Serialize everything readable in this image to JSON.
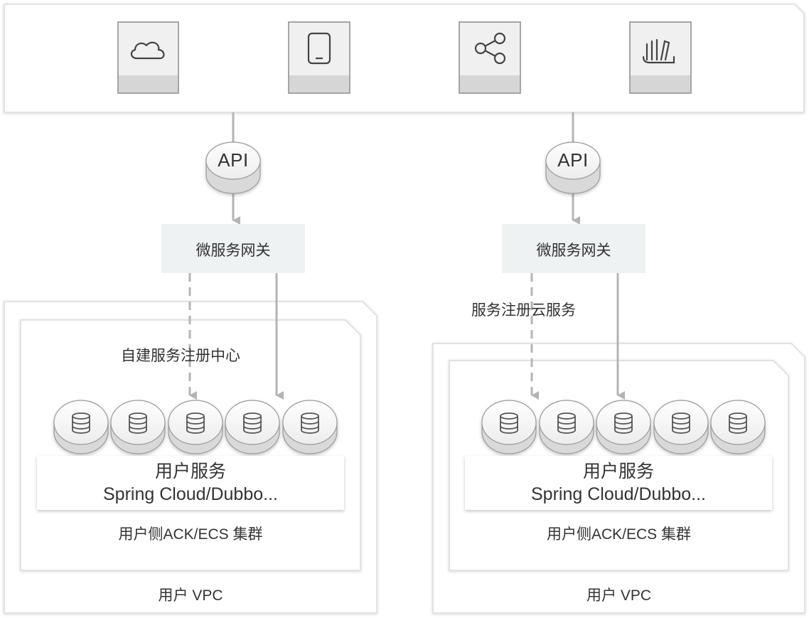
{
  "icons": [
    {
      "name": "cloud-icon"
    },
    {
      "name": "mobile-icon"
    },
    {
      "name": "share-icon"
    },
    {
      "name": "library-icon"
    }
  ],
  "left": {
    "api": "API",
    "gateway": "微服务网关",
    "registry_note": "自建服务注册中心",
    "service_title": "用户服务",
    "service_sub": "Spring Cloud/Dubbo...",
    "cluster": "用户侧ACK/ECS 集群",
    "vpc": "用户 VPC"
  },
  "right": {
    "api": "API",
    "gateway": "微服务网关",
    "registry_note": "服务注册云服务",
    "service_title": "用户服务",
    "service_sub": "Spring Cloud/Dubbo...",
    "cluster": "用户侧ACK/ECS 集群",
    "vpc": "用户 VPC"
  },
  "colors": {
    "line": "#b4b4b4",
    "gateway_fill": "#eef2f3",
    "panel_border": "#e2e2e2",
    "icon_box": "#f0f0f0",
    "icon_strip": "#d6d6d6"
  }
}
